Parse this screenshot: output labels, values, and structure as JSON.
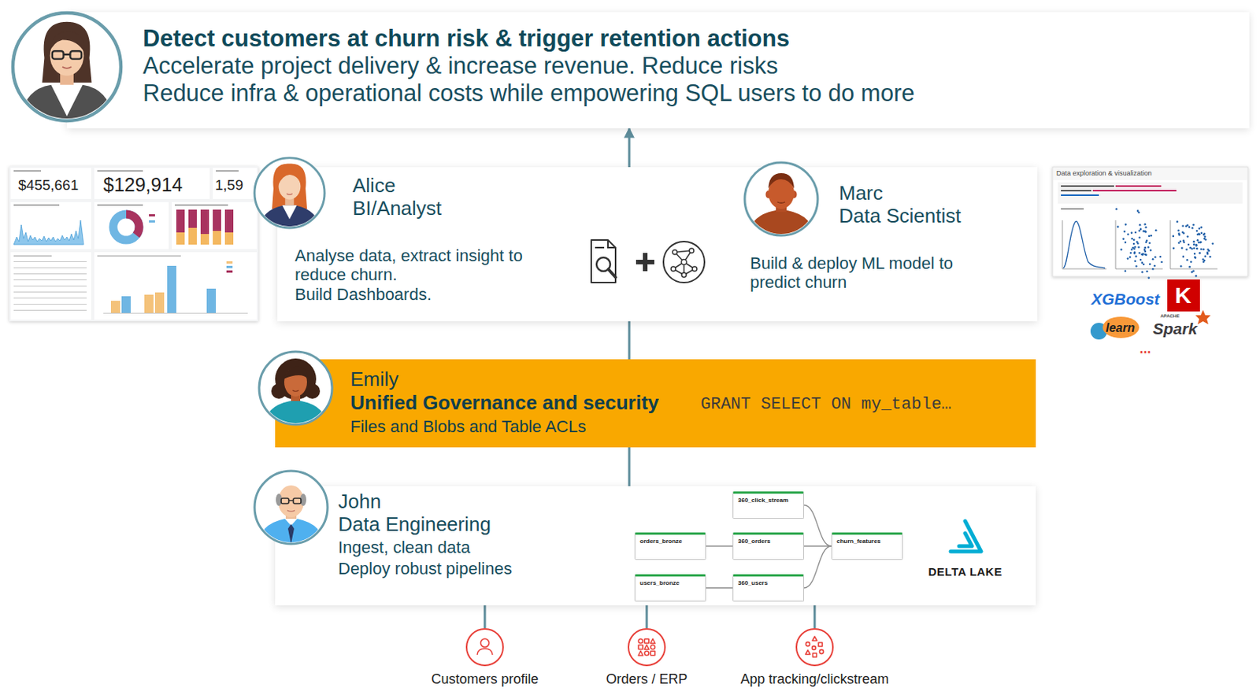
{
  "diagram": {
    "nodes": [
      {
        "text": [
          "Detect customers at churn risk & trigger retention actions",
          "Accelerate project delivery & increase revenue. Reduce risks",
          "Reduce infra & operational costs while empowering SQL users to do more"
        ]
      },
      {
        "text": [
          "Alice",
          "BI/Analyst",
          "Analyse data, extract insight to reduce churn.",
          "Build Dashboards.",
          "Marc",
          "Data Scientist",
          "Build & deploy ML model to predict churn"
        ]
      },
      {
        "text": [
          "Emily",
          "Unified Governance and security",
          "Files and Blobs and Table ACLs",
          "GRANT SELECT ON my_table…"
        ]
      },
      {
        "text": [
          "John",
          "Data Engineering",
          "Ingest, clean data",
          "Deploy robust pipelines"
        ]
      },
      {
        "text": [
          "360_click_stream"
        ],
        "in": 3
      },
      {
        "text": [
          "orders_bronze"
        ],
        "in": 3
      },
      {
        "text": [
          "360_orders"
        ],
        "in": 3
      },
      {
        "text": [
          "churn_features"
        ],
        "in": 3
      },
      {
        "text": [
          "users_bronze"
        ],
        "in": 3
      },
      {
        "text": [
          "360_users"
        ],
        "in": 3
      },
      {
        "text": [
          "Customers profile"
        ]
      },
      {
        "text": [
          "Orders / ERP"
        ]
      },
      {
        "text": [
          "App tracking/clickstream"
        ]
      }
    ],
    "edges": [
      {
        "from": 1,
        "to": 0,
        "arrow": "to"
      },
      {
        "from": 2,
        "to": 1,
        "arrow": "none"
      },
      {
        "from": 3,
        "to": 2,
        "arrow": "none"
      },
      {
        "from": 5,
        "to": 6,
        "arrow": "none"
      },
      {
        "from": 8,
        "to": 9,
        "arrow": "none"
      },
      {
        "from": 4,
        "to": 7,
        "arrow": "none"
      },
      {
        "from": 6,
        "to": 7,
        "arrow": "none"
      },
      {
        "from": 9,
        "to": 7,
        "arrow": "none"
      },
      {
        "from": 10,
        "to": 3,
        "arrow": "none"
      },
      {
        "from": 11,
        "to": 3,
        "arrow": "none"
      },
      {
        "from": 12,
        "to": 3,
        "arrow": "none"
      }
    ],
    "labels": [
      "$455,661",
      "$129,914",
      "1,59",
      "Data exploration & visualization",
      "XGBoost",
      "K",
      "learn",
      "APACHE",
      "Spark",
      "...",
      "DELTA LAKE"
    ]
  }
}
